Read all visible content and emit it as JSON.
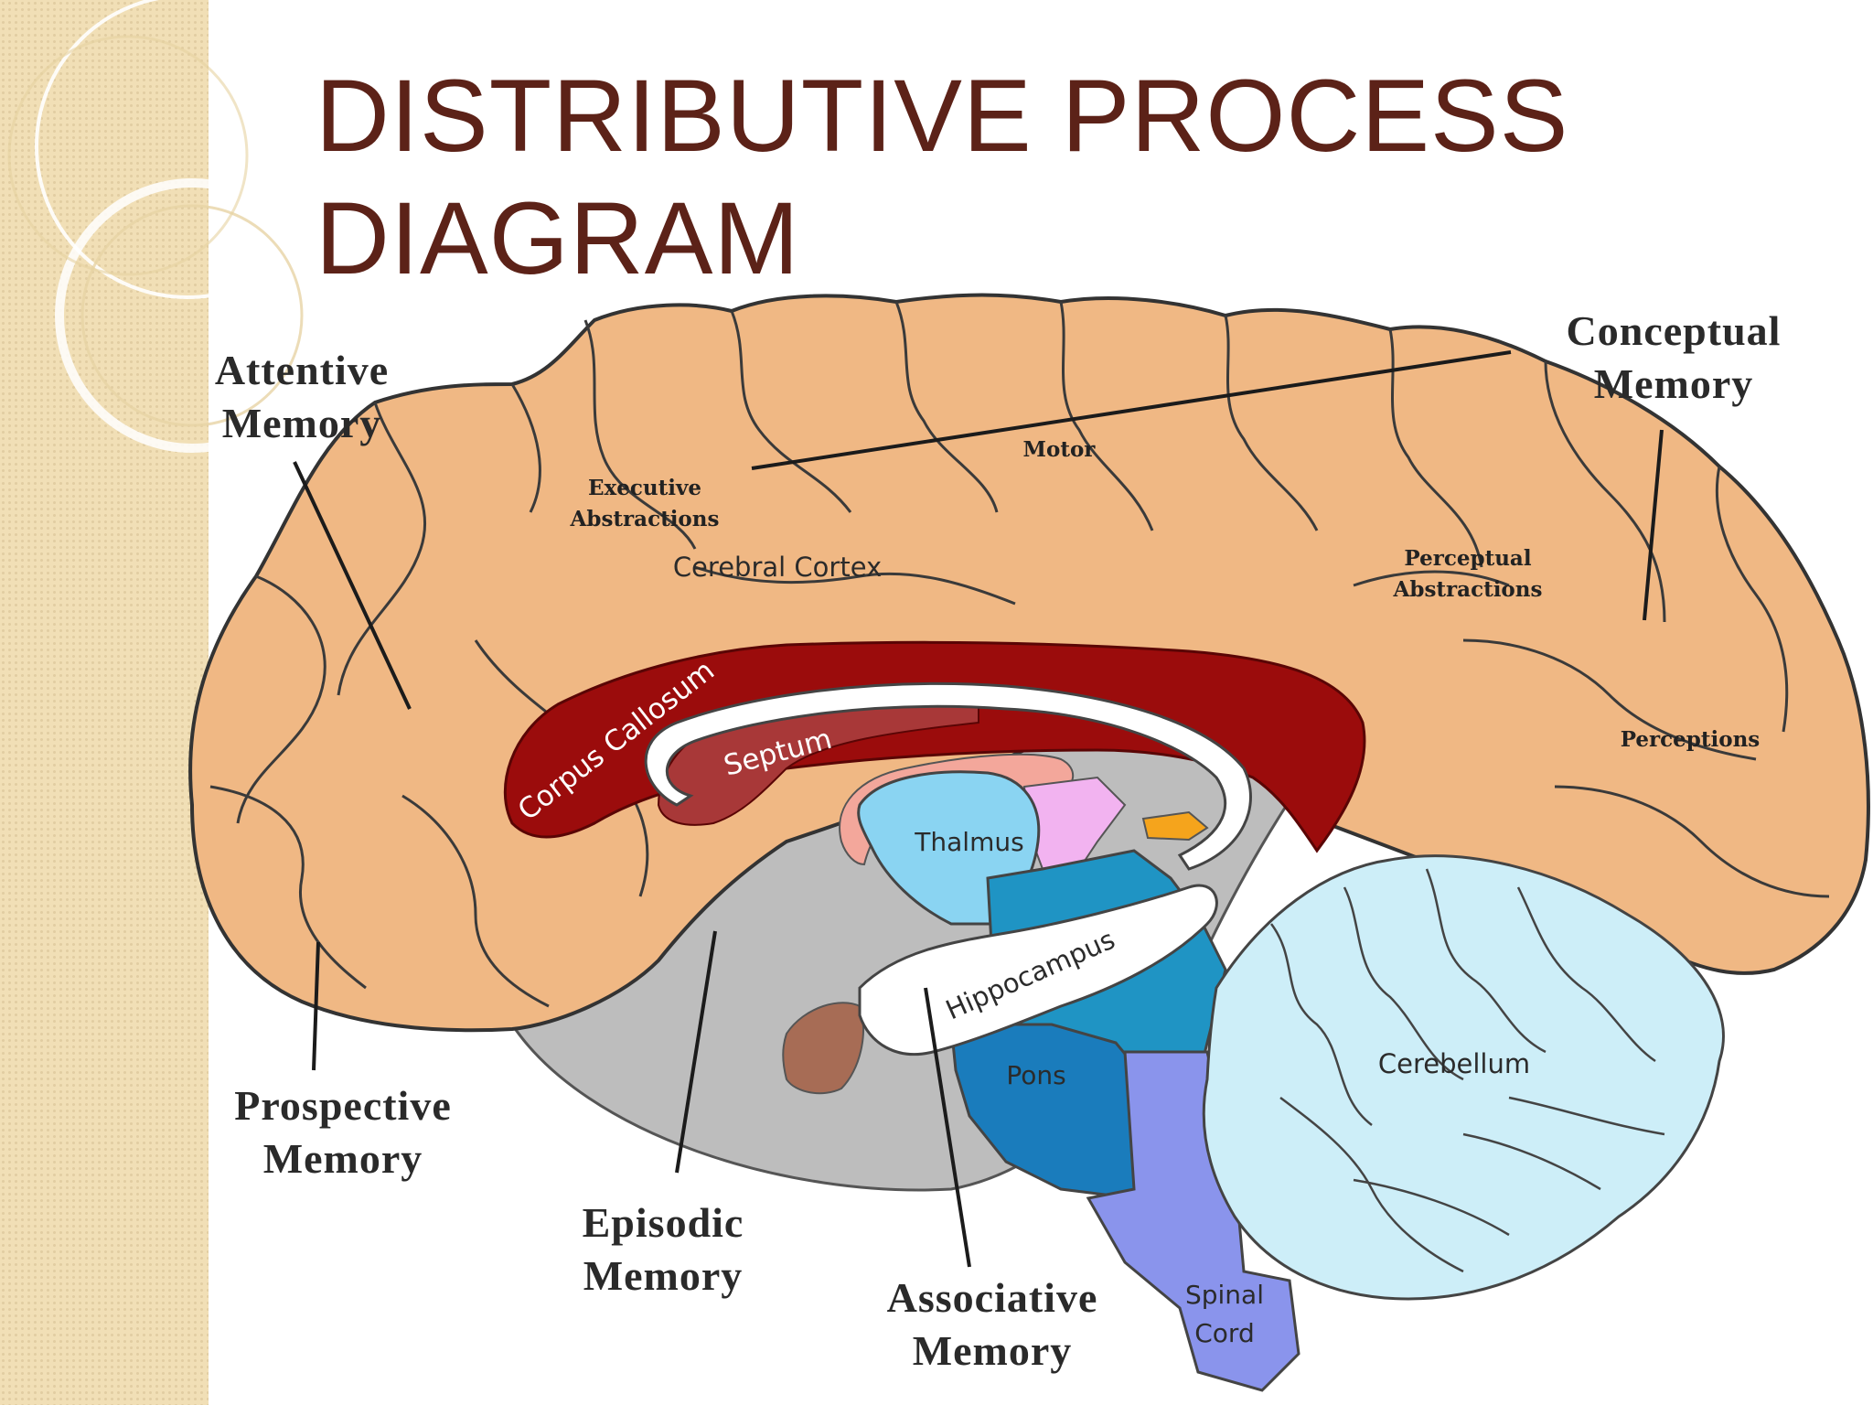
{
  "slide": {
    "title_line1": "DISTRIBUTIVE PROCESS",
    "title_line2": "DIAGRAM"
  },
  "annotations": {
    "attentive": [
      "Attentive",
      "Memory"
    ],
    "conceptual": [
      "Conceptual",
      "Memory"
    ],
    "prospective": [
      "Prospective",
      "Memory"
    ],
    "episodic": [
      "Episodic",
      "Memory"
    ],
    "associative": [
      "Associative",
      "Memory"
    ]
  },
  "regions": {
    "executive": [
      "Executive",
      "Abstractions"
    ],
    "motor": "Motor",
    "cerebral_cortex": "Cerebral Cortex",
    "perceptual": [
      "Perceptual",
      "Abstractions"
    ],
    "perceptions": "Perceptions",
    "corpus_callosum": "Corpus Callosum",
    "septum": "Septum",
    "thalmus": "Thalmus",
    "hippocampus": "Hippocampus",
    "pons": "Pons",
    "cerebellum": "Cerebellum",
    "spinal_cord": [
      "Spinal",
      "Cord"
    ]
  },
  "colors": {
    "title": "#5c2218",
    "cortex": "#f0b884",
    "corpus_callosum": "#9b0c0c",
    "septum": "#a83838",
    "thalamus": "#8ad4f2",
    "cerebellum": "#cdeef8",
    "pons": "#1a7cbc",
    "spinal_cord": "#8a94ec",
    "deep_gray": "#bdbdbd"
  }
}
